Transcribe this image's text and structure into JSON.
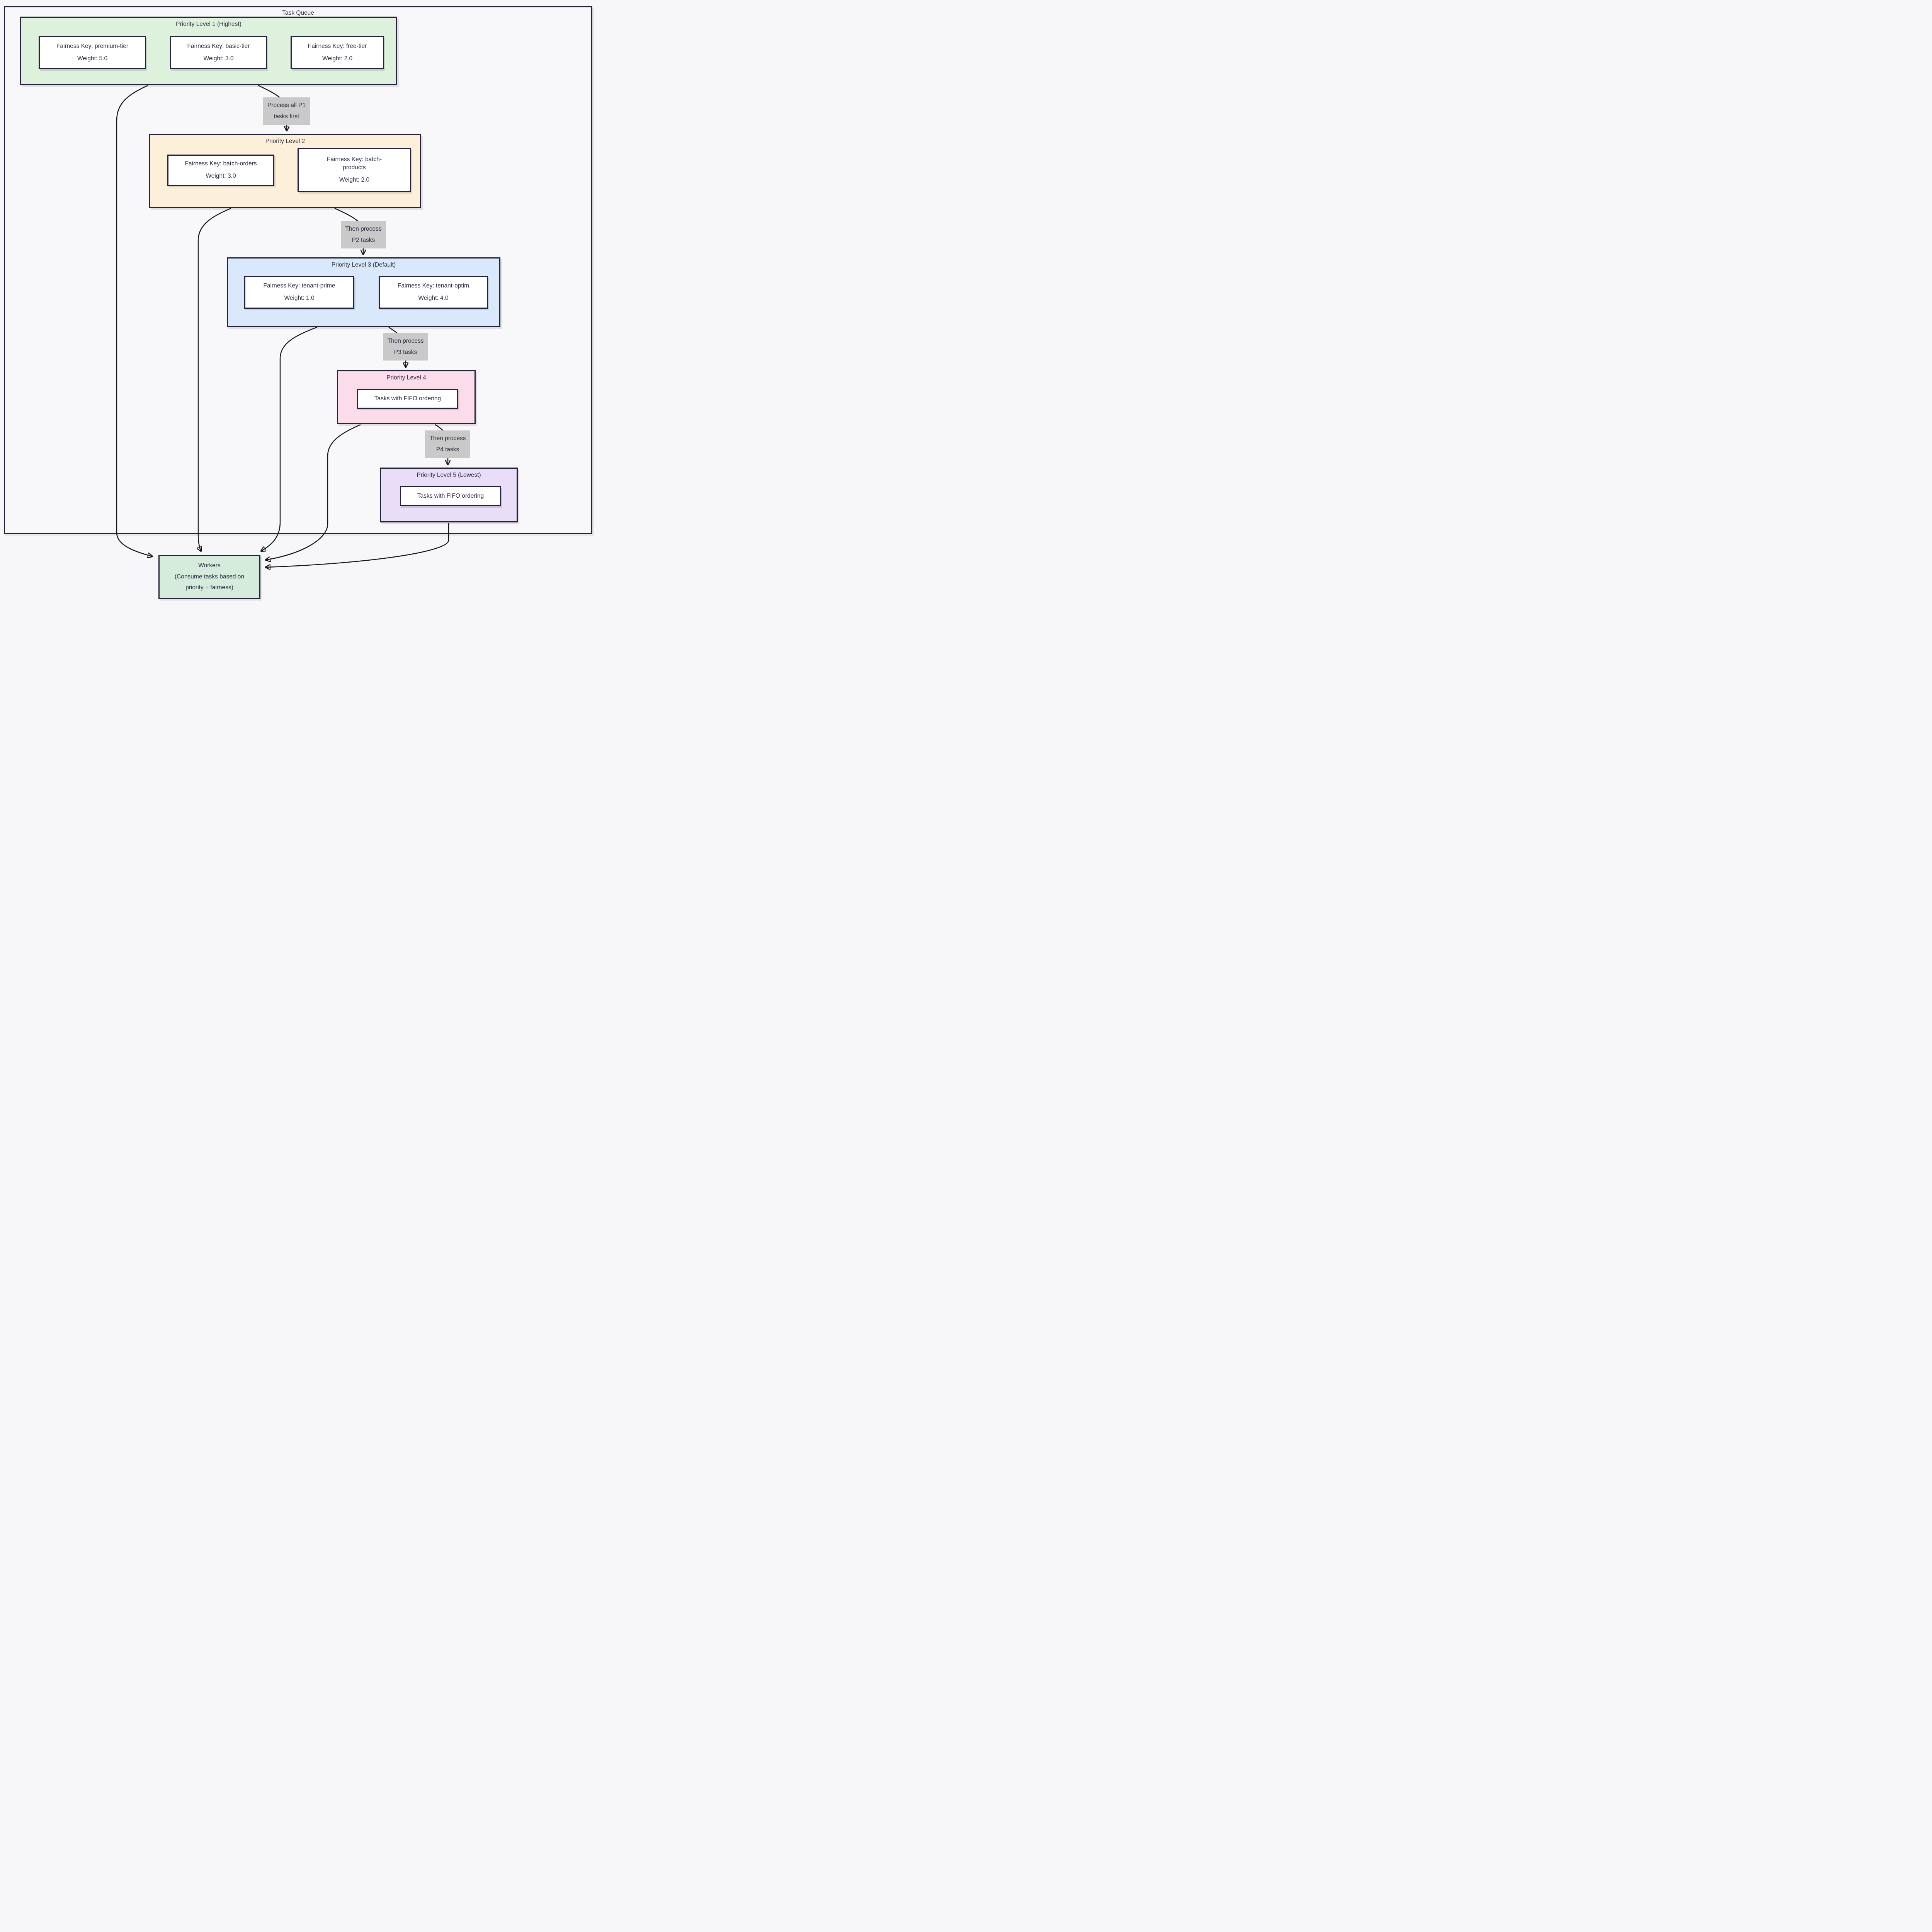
{
  "diagram": {
    "title": "Task Queue",
    "groups": [
      {
        "title": "Priority Level 1 (Highest)",
        "nodes": [
          {
            "key": "Fairness Key: premium-tier",
            "weight": "Weight: 5.0"
          },
          {
            "key": "Fairness Key: basic-tier",
            "weight": "Weight: 3.0"
          },
          {
            "key": "Fairness Key: free-tier",
            "weight": "Weight: 2.0"
          }
        ]
      },
      {
        "title": "Priority Level 2",
        "nodes": [
          {
            "key": "Fairness Key: batch-orders",
            "weight": "Weight: 3.0"
          },
          {
            "key": "Fairness Key: batch-products",
            "weight": "Weight: 2.0"
          }
        ]
      },
      {
        "title": "Priority Level 3 (Default)",
        "nodes": [
          {
            "key": "Fairness Key: tenant-prime",
            "weight": "Weight: 1.0"
          },
          {
            "key": "Fairness Key: tenant-optim",
            "weight": "Weight: 4.0"
          }
        ]
      },
      {
        "title": "Priority Level 4",
        "nodes": [
          {
            "text": "Tasks with FIFO ordering"
          }
        ]
      },
      {
        "title": "Priority Level 5 (Lowest)",
        "nodes": [
          {
            "text": "Tasks with FIFO ordering"
          }
        ]
      }
    ],
    "edge_labels": [
      "Process all P1 tasks first",
      "Then process P2 tasks",
      "Then process P3 tasks",
      "Then process P4 tasks"
    ],
    "workers": {
      "lines": [
        "Workers",
        "(Consume tasks based on",
        "priority + fairness)"
      ]
    },
    "colors": {
      "canvas_bg": "#f7f7fa",
      "container_bg": "#f8f8fb",
      "border": "#23233a",
      "text": "#2e2e45",
      "edge": "#16161f",
      "edge_label_bg": "#c9c9c9",
      "node_bg": "#ffffff",
      "p1_bg": "#ddf1dc",
      "p2_bg": "#fcf0da",
      "p3_bg": "#d9e9fb",
      "p4_bg": "#fbdceb",
      "p5_bg": "#e9ddf8",
      "workers_bg": "#d5ebdb"
    }
  }
}
